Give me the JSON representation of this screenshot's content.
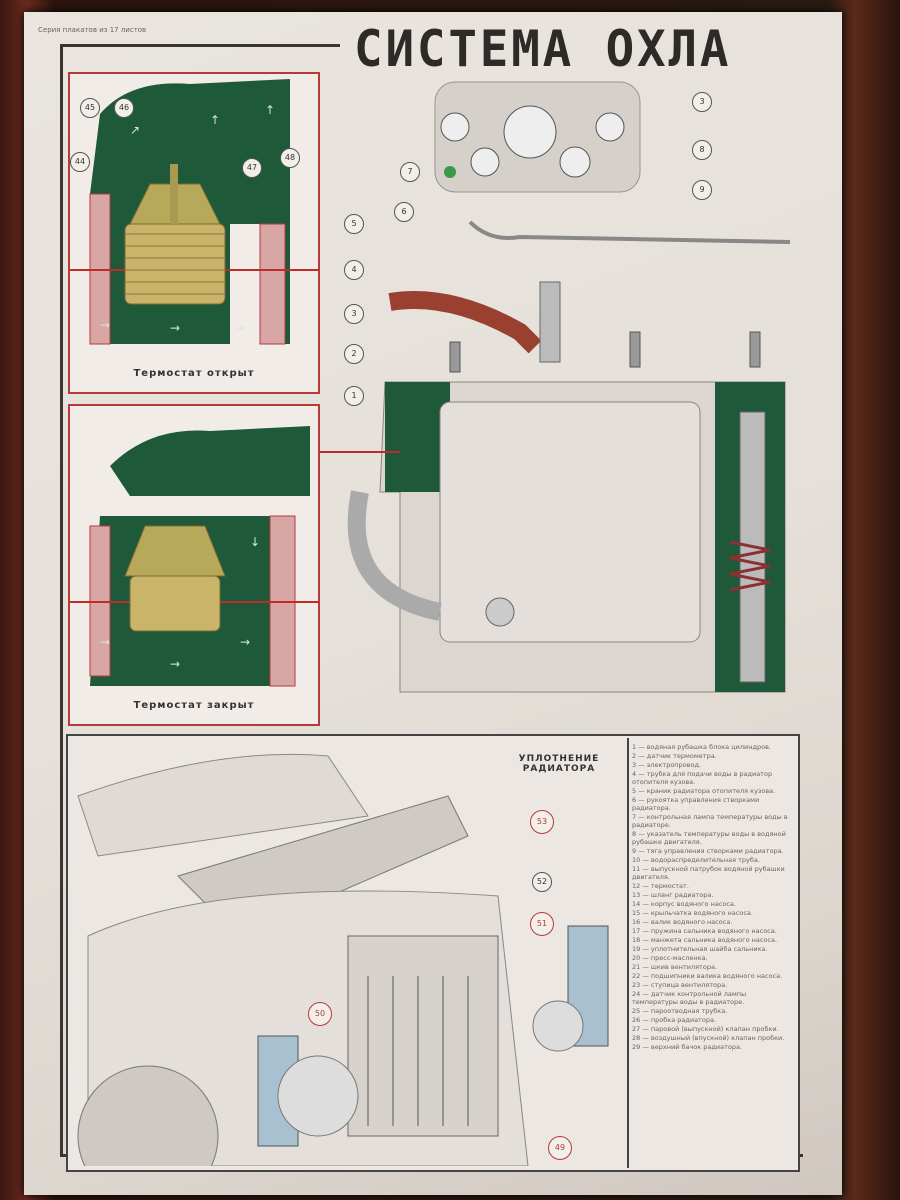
{
  "poster": {
    "series_note": "Серия плакатов из 17 листов",
    "title": "СИСТЕМА ОХЛА",
    "thermostat_open_caption": "Термостат открыт",
    "thermostat_closed_caption": "Термостат закрыт",
    "radiator_seal_title": "УПЛОТНЕНИЕ РАДИАТОРА",
    "callouts_thermostat": [
      "44",
      "45",
      "46",
      "47",
      "48"
    ],
    "callouts_engine": [
      "1",
      "2",
      "3",
      "4",
      "5",
      "6",
      "7",
      "8",
      "9"
    ],
    "callouts_car": [
      "49",
      "50",
      "51",
      "52",
      "53"
    ],
    "legend": [
      "1 — водяная рубашка блока цилиндров.",
      "2 — датчик термометра.",
      "3 — электропровод.",
      "4 — трубка для подачи воды в радиатор отопителя кузова.",
      "5 — краник радиатора отопителя кузова.",
      "6 — рукоятка управления створками радиатора.",
      "7 — контрольная лампа температуры воды в радиаторе.",
      "8 — указатель температуры воды в водяной рубашке двигателя.",
      "9 — тяга управления створками радиатора.",
      "10 — водораспределительная труба.",
      "11 — выпускной патрубок водяной рубашки двигателя.",
      "12 — термостат.",
      "13 — шланг радиатора.",
      "14 — корпус водяного насоса.",
      "15 — крыльчатка водяного насоса.",
      "16 — валик водяного насоса.",
      "17 — пружина сальника водяного насоса.",
      "18 — манжета сальника водяного насоса.",
      "19 — уплотнительная шайба сальника.",
      "20 — пресс-масленка.",
      "21 — шкив вентилятора.",
      "22 — подшипники валика водяного насоса.",
      "23 — ступица вентилятора.",
      "24 — датчик контрольной лампы температуры воды в радиаторе.",
      "25 — пароотводная трубка.",
      "26 — пробка радиатора.",
      "27 — паровой (выпускной) клапан пробки.",
      "28 — воздушный (впускной) клапан пробки.",
      "29 — верхний бачок радиатора."
    ]
  },
  "colors": {
    "coolant": "#1e5a3a",
    "section": "#b53a3a",
    "brass": "#c9b46a",
    "paper": "#e8e2dc"
  }
}
